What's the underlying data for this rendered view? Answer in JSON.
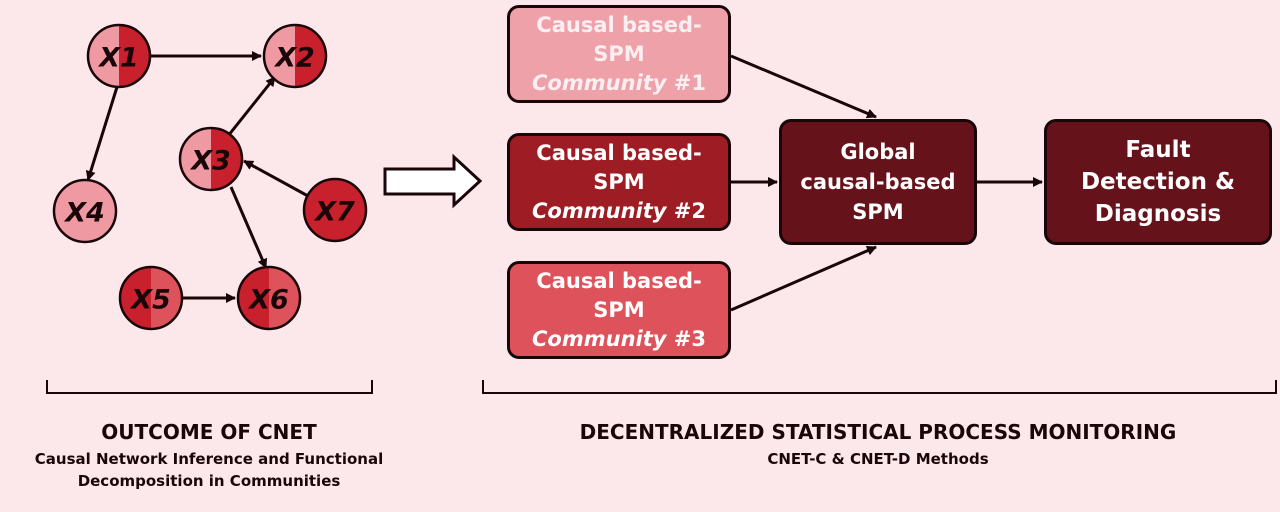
{
  "network": {
    "nodes": [
      {
        "id": "X1",
        "label": "X1"
      },
      {
        "id": "X2",
        "label": "X2"
      },
      {
        "id": "X3",
        "label": "X3"
      },
      {
        "id": "X4",
        "label": "X4"
      },
      {
        "id": "X5",
        "label": "X5"
      },
      {
        "id": "X6",
        "label": "X6"
      },
      {
        "id": "X7",
        "label": "X7"
      }
    ],
    "edges": [
      {
        "from": "X1",
        "to": "X2"
      },
      {
        "from": "X1",
        "to": "X4"
      },
      {
        "from": "X3",
        "to": "X2"
      },
      {
        "from": "X7",
        "to": "X3"
      },
      {
        "from": "X3",
        "to": "X6"
      },
      {
        "from": "X5",
        "to": "X6"
      }
    ]
  },
  "communities": [
    {
      "line1": "Causal based-",
      "line2": "SPM",
      "word": "Community",
      "number": "#1"
    },
    {
      "line1": "Causal based-",
      "line2": "SPM",
      "word": "Community",
      "number": "#2"
    },
    {
      "line1": "Causal based-",
      "line2": "SPM",
      "word": "Community",
      "number": "#3"
    }
  ],
  "global_box": {
    "line1": "Global",
    "line2": "causal-based",
    "line3": "SPM"
  },
  "fault_box": {
    "line1": "Fault",
    "line2": "Detection &",
    "line3": "Diagnosis"
  },
  "left_caption": {
    "title": "OUTCOME OF CNET",
    "subtitle_line1": "Causal Network Inference and Functional",
    "subtitle_line2": "Decomposition in Communities"
  },
  "right_caption": {
    "title": "DECENTRALIZED STATISTICAL PROCESS MONITORING",
    "subtitle": "CNET-C & CNET-D Methods"
  },
  "colors": {
    "background": "#fce8ea",
    "community_1": "#eea1a9",
    "community_2": "#9e1c24",
    "community_3": "#dd525b",
    "dark_box": "#65121a",
    "outline": "#1a0608"
  }
}
